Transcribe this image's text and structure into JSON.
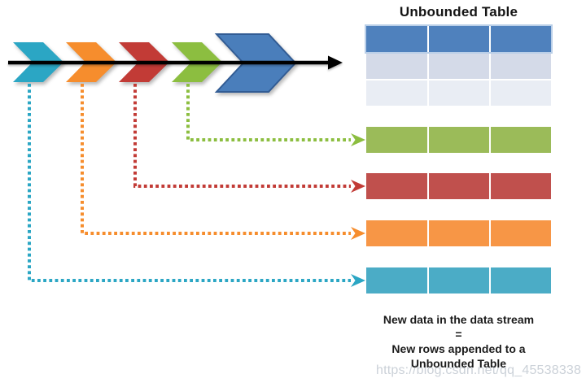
{
  "header": {
    "title": "Unbounded Table"
  },
  "stream": {
    "timeline_color": "#000000",
    "chevrons": [
      {
        "name": "stream-event-1",
        "color": "#2BA6C4"
      },
      {
        "name": "stream-event-2",
        "color": "#F68D2D"
      },
      {
        "name": "stream-event-3",
        "color": "#C23B36"
      },
      {
        "name": "stream-event-4",
        "color": "#8CBE40"
      },
      {
        "name": "stream-event-next",
        "color": "#4A7EBB",
        "border": "#325C94",
        "large": true
      }
    ]
  },
  "table": {
    "columns": 3,
    "header_row": {
      "color": "#4F81BD",
      "halo": "#BACFE8"
    },
    "empty_rows": [
      {
        "color": "#D4DAE8"
      },
      {
        "color": "#E9EDF4"
      }
    ],
    "appended_rows": [
      {
        "name": "appended-row-green",
        "color": "#9BBB59",
        "connector_color": "#8CBE40"
      },
      {
        "name": "appended-row-red",
        "color": "#C0504D",
        "connector_color": "#C23B36"
      },
      {
        "name": "appended-row-orange",
        "color": "#F79646",
        "connector_color": "#F68D2D"
      },
      {
        "name": "appended-row-teal",
        "color": "#4BACC6",
        "connector_color": "#2BA6C4"
      }
    ]
  },
  "caption": {
    "lines": [
      "New data in the data stream",
      "=",
      "New rows appended to a",
      "Unbounded Table"
    ]
  },
  "watermark": {
    "text": "https://blog.csdn.net/qq_45538338",
    "color": "#CBD1D8"
  }
}
